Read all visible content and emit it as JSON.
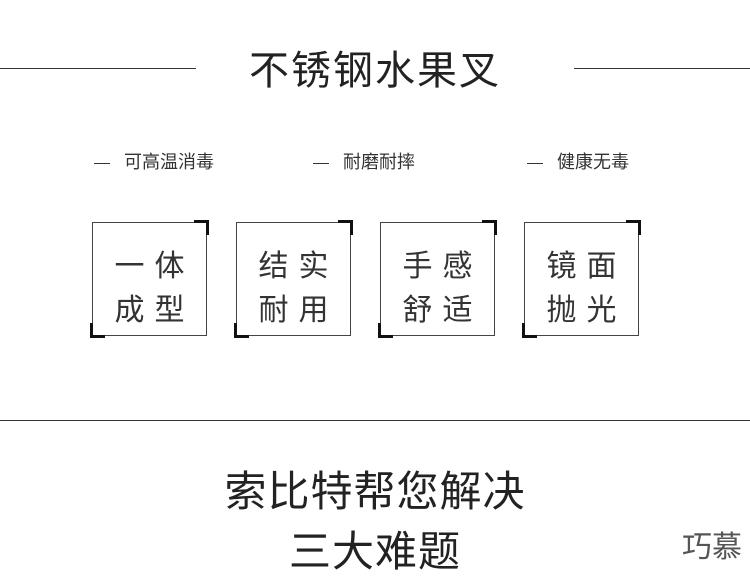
{
  "header": {
    "title": "不锈钢水果叉"
  },
  "features": [
    {
      "label": "可高温消毒"
    },
    {
      "label": "耐磨耐摔"
    },
    {
      "label": "健康无毒"
    }
  ],
  "boxes": [
    {
      "line1": "一体",
      "line2": "成型"
    },
    {
      "line1": "结实",
      "line2": "耐用"
    },
    {
      "line1": "手感",
      "line2": "舒适"
    },
    {
      "line1": "镜面",
      "line2": "抛光"
    }
  ],
  "tagline": {
    "line1": "索比特帮您解决",
    "line2": "三大难题"
  },
  "watermark": "巧慕"
}
